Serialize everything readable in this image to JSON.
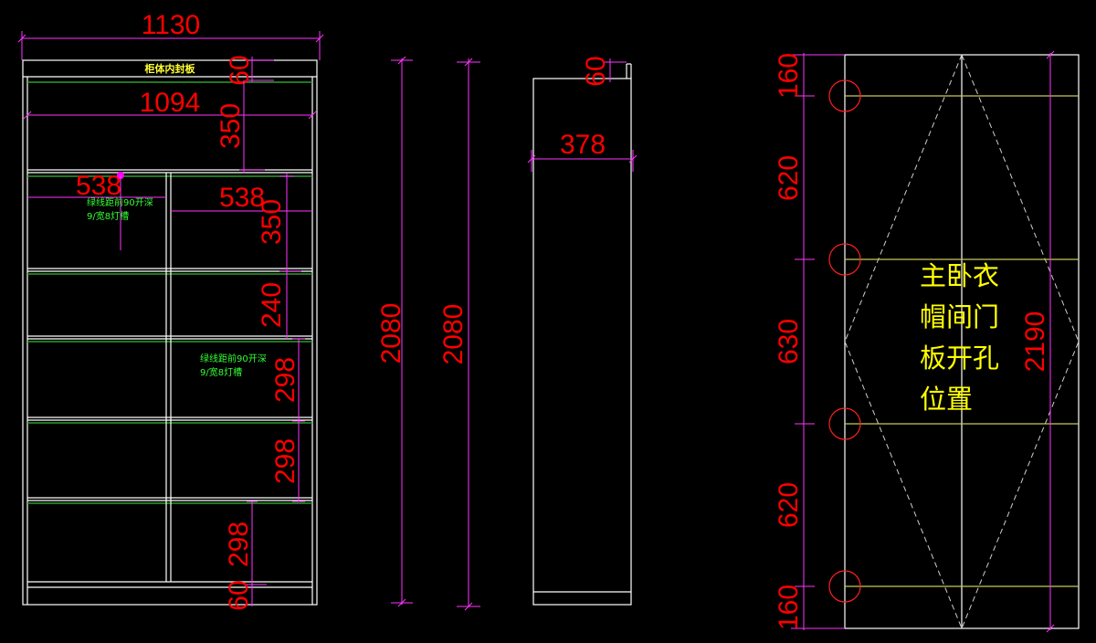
{
  "front_view": {
    "width_overall": "1130",
    "width_inner": "1094",
    "top_board": "60",
    "top_gap": "350",
    "left_col": "538",
    "right_col": "538",
    "shelf_1": "350",
    "shelf_2": "240",
    "shelf_3": "298",
    "shelf_4": "298",
    "shelf_5": "298",
    "bottom": "60",
    "label_top": "柜体内封板",
    "note_1_line1": "绿线距前90开深",
    "note_1_line2": "9/宽8灯槽",
    "note_2_line1": "绿线距前90开深",
    "note_2_line2": "9/宽8灯槽"
  },
  "height_dims": {
    "h1": "2080",
    "h2": "2080"
  },
  "side_view": {
    "depth": "378",
    "top": "60"
  },
  "door_view": {
    "height": "2190",
    "seg_1": "160",
    "seg_2": "620",
    "seg_3": "630",
    "seg_4": "620",
    "seg_5": "160",
    "title_line1": "主卧衣",
    "title_line2": "帽间门",
    "title_line3": "板开孔",
    "title_line4": "位置"
  },
  "colors": {
    "dimension": "#ff0000",
    "dimline": "#ff33ff",
    "outline": "#ffffff",
    "ledline": "#2a9d2a",
    "hingeline": "#c8c85a",
    "title": "#ffff00"
  }
}
